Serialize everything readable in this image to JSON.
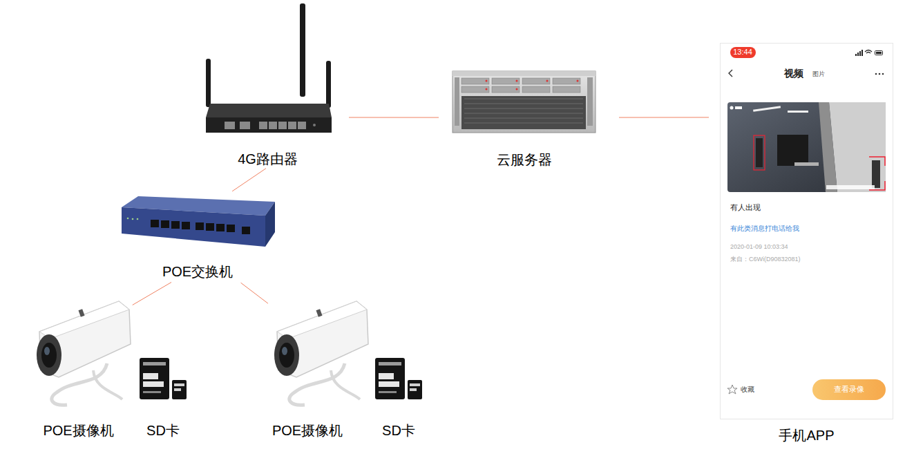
{
  "diagram": {
    "nodes": [
      {
        "text": [
          "4G路由器"
        ]
      },
      {
        "text": [
          "云服务器"
        ]
      },
      {
        "text": [
          "手机APP"
        ]
      },
      {
        "text": [
          "POE交换机"
        ]
      },
      {
        "text": [
          "POE摄像机"
        ]
      },
      {
        "text": [
          "SD卡"
        ]
      },
      {
        "text": [
          "POE摄像机"
        ]
      },
      {
        "text": [
          "SD卡"
        ]
      }
    ],
    "edges": [
      {
        "from": 0,
        "to": 1,
        "arrow": "none"
      },
      {
        "from": 1,
        "to": 2,
        "arrow": "none"
      },
      {
        "from": 0,
        "to": 3,
        "arrow": "none"
      },
      {
        "from": 3,
        "to": 4,
        "arrow": "none"
      },
      {
        "from": 3,
        "to": 6,
        "arrow": "none"
      }
    ],
    "labels": [
      "13:44",
      "视频",
      "图片",
      "有人出现",
      "有此类消息打电话给我",
      "2020-01-09 10:03:34",
      "来自：C6Wi(D90832081)",
      "收藏",
      "查看录像"
    ]
  }
}
